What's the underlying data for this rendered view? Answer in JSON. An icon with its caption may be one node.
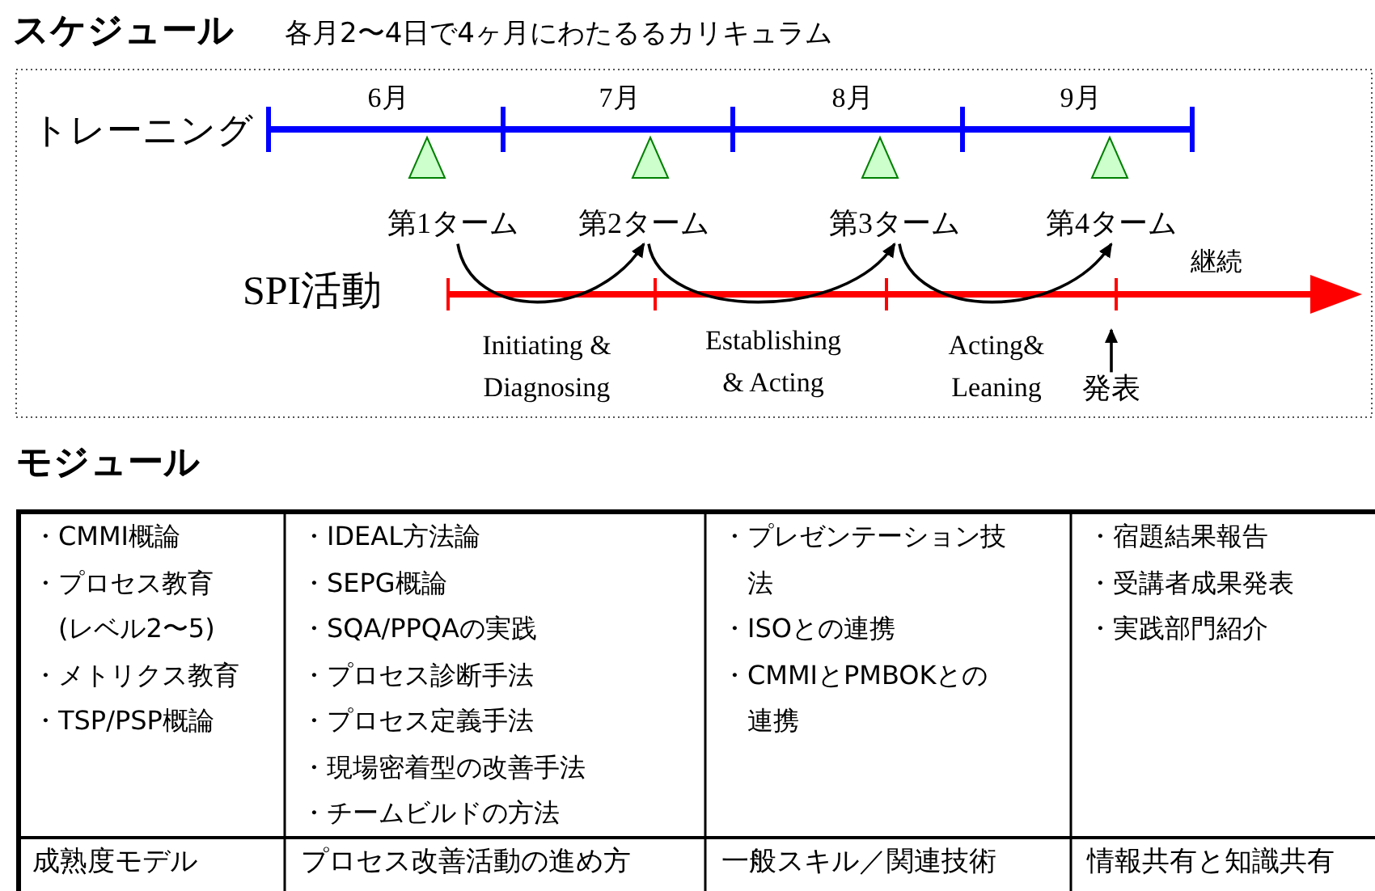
{
  "diagram": {
    "title": "スケジュール",
    "nodes": [
      {
        "text": [
          "第1ターム"
        ]
      },
      {
        "text": [
          "第2ターム"
        ]
      },
      {
        "text": [
          "第3ターム"
        ]
      },
      {
        "text": [
          "第4ターム"
        ]
      },
      {
        "text": [
          "発表"
        ]
      }
    ],
    "edges": [
      {
        "from": 0,
        "to": 1,
        "arrow": "to"
      },
      {
        "from": 1,
        "to": 2,
        "arrow": "to"
      },
      {
        "from": 2,
        "to": 3,
        "arrow": "to"
      },
      {
        "from": 4,
        "to": null,
        "arrow": "to"
      }
    ],
    "labels": [
      "各月2〜4日で4ヶ月にわたるるカリキュラム",
      "トレーニング",
      "6月",
      "7月",
      "8月",
      "9月",
      "SPI活動",
      "継続",
      "Initiating & Diagnosing",
      "Establishing & Acting",
      "Acting& Leaning",
      "モジュール",
      "・CMMI概論",
      "・プロセス教育(レベル2〜5)",
      "・メトリクス教育",
      "・TSP/PSP概論",
      "・IDEAL方法論",
      "・SEPG概論",
      "・SQA/PPQAの実践",
      "・プロセス診断手法",
      "・プロセス定義手法",
      "・現場密着型の改善手法",
      "・チームビルドの方法",
      "・プレゼンテーション技法",
      "・ISOとの連携",
      "・CMMIとPMBOKとの連携",
      "・宿題結果報告",
      "・受講者成果発表",
      "・実践部門紹介",
      "成熟度モデル",
      "プロセス改善活動の進め方",
      "一般スキル／関連技術",
      "情報共有と知識共有"
    ]
  }
}
